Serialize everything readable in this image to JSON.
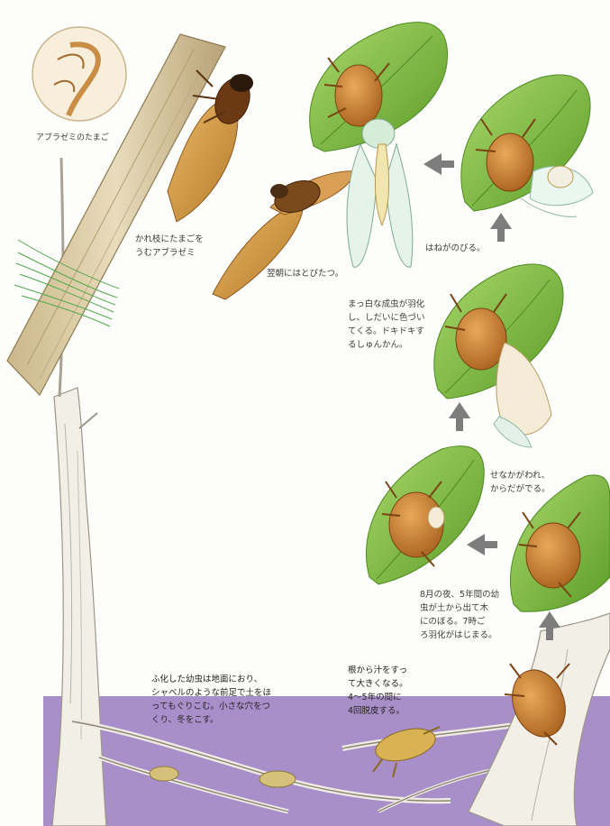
{
  "captions": {
    "egg_label": "アブラゼミのたまご",
    "laying_eggs": "かれ枝にたまごを\nうむアブラゼミ",
    "flies_away": "翌朝にはとびたつ。",
    "wings_extend": "はねがのびる。",
    "white_adult": "まっ白な成虫が羽化\nし、しだいに色づい\nてくる。ドキドキす\nるしゅんかん。",
    "back_splits": "せなかがわれ、\nからだがでる。",
    "nymph_climbs": "8月の夜、5年間の幼\n虫が土から出て木\nにのぼる。7時ご\nろ羽化がはじまる。",
    "underground_hatch": "ふ化した幼虫は地面におり、\nシャベルのような前足で土をほ\nってもぐりこむ。小さな穴をつ\nくり、冬をこす。",
    "nymph_grows": "根から汁をすっ\nて大きくなる。\n4～5年の間に\n4回脱皮する。"
  },
  "colors": {
    "soil": "#a98fc9",
    "leaf": "#8cc63f",
    "leaf_dark": "#5e9e2a",
    "arrow": "#7d7d7d",
    "cicada": "#c98a3a",
    "bark": "#d9c9a0"
  }
}
